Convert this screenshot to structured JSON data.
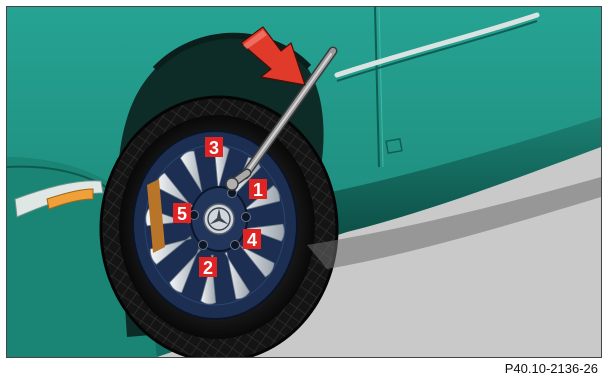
{
  "figure": {
    "caption": "P40.10-2136-26",
    "colors": {
      "body": "#1f8f80",
      "body_dark": "#0f5a50",
      "background": "#c9c9c9",
      "tire": "#151515",
      "rim": "#1c2f52",
      "spoke": "#d8dde2",
      "badge": "#e02424",
      "arrow": "#e03b2a",
      "indicator": "#f0a038"
    },
    "bolt_sequence": [
      {
        "label": "1",
        "icon": "lug-bolt-icon"
      },
      {
        "label": "2",
        "icon": "lug-bolt-icon"
      },
      {
        "label": "3",
        "icon": "lug-bolt-icon"
      },
      {
        "label": "4",
        "icon": "lug-bolt-icon"
      },
      {
        "label": "5",
        "icon": "lug-bolt-icon"
      }
    ],
    "icons": {
      "arrow": "direction-arrow-icon",
      "wrench": "wheel-wrench-icon",
      "hub": "hub-star-emblem-icon"
    }
  }
}
